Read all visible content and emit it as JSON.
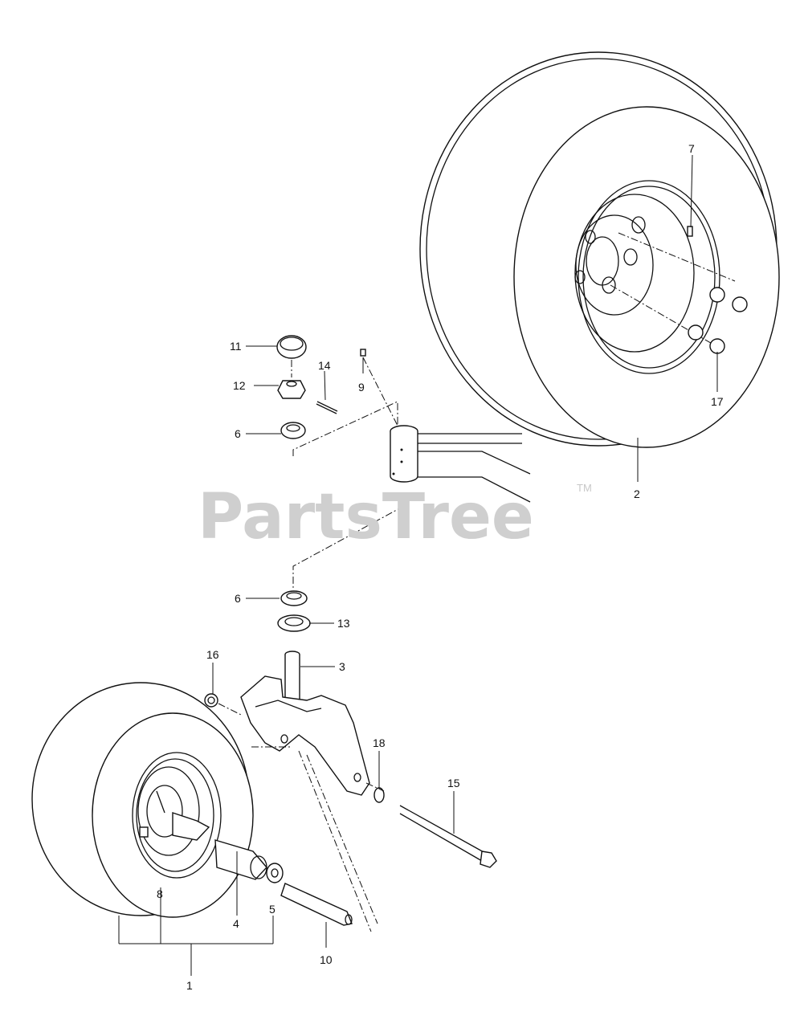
{
  "watermark": {
    "brand": "PartsTree",
    "trademark": "TM"
  },
  "callouts": [
    "1",
    "2",
    "3",
    "4",
    "5",
    "6",
    "6",
    "7",
    "8",
    "9",
    "10",
    "11",
    "12",
    "13",
    "14",
    "15",
    "16",
    "17",
    "18"
  ]
}
